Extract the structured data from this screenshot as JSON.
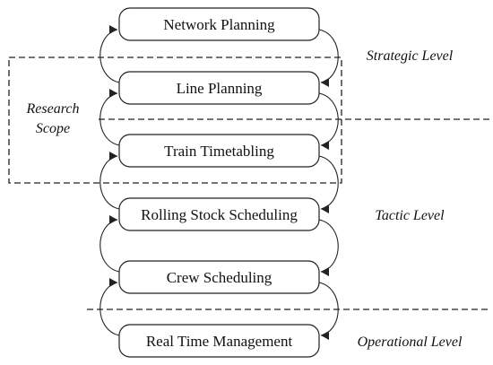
{
  "diagram": {
    "stages": [
      "Network Planning",
      "Line Planning",
      "Train Timetabling",
      "Rolling Stock Scheduling",
      "Crew Scheduling",
      "Real Time Management"
    ],
    "levels": {
      "strategic": "Strategic Level",
      "tactic": "Tactic Level",
      "operational": "Operational Level"
    },
    "scope": {
      "line1": "Research",
      "line2": "Scope"
    }
  }
}
